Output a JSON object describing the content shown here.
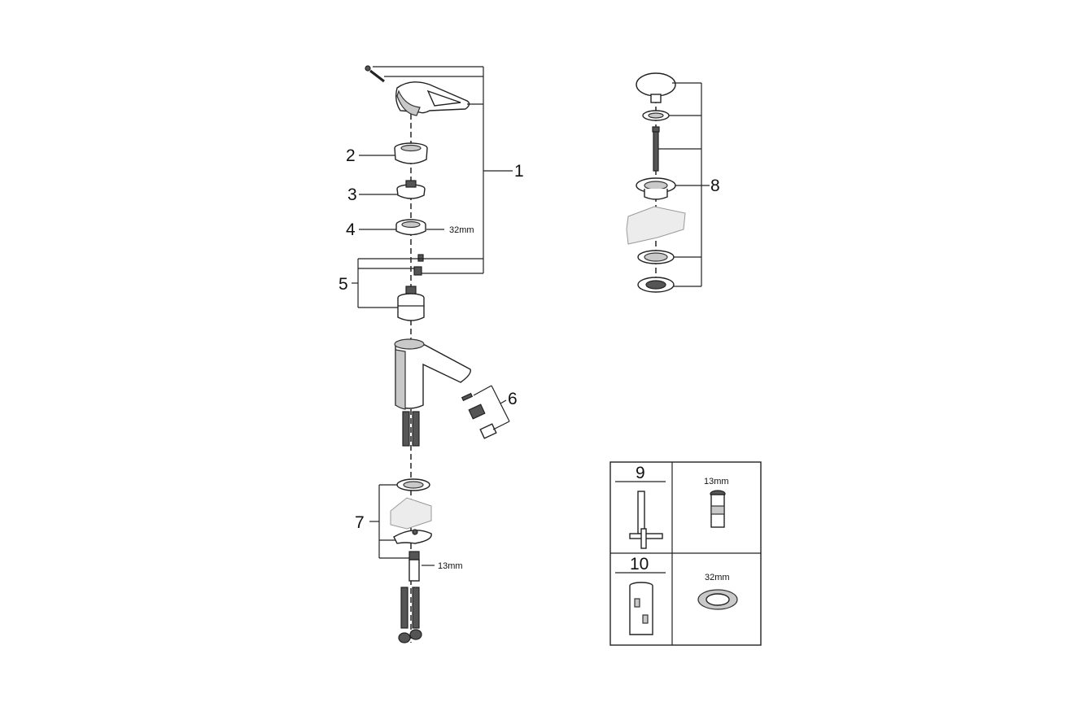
{
  "labels": {
    "l1": "1",
    "l2": "2",
    "l3": "3",
    "l4": "4",
    "l5": "5",
    "l6": "6",
    "l7": "7",
    "l8": "8",
    "l9": "9",
    "l10": "10"
  },
  "dimensions": {
    "d32_ring": "32mm",
    "d13_connector": "13mm",
    "d13_tool": "13mm",
    "d32_tool": "32mm"
  },
  "colors": {
    "line": "#222222",
    "fill": "#ffffff",
    "shade": "#c9c9c9"
  }
}
